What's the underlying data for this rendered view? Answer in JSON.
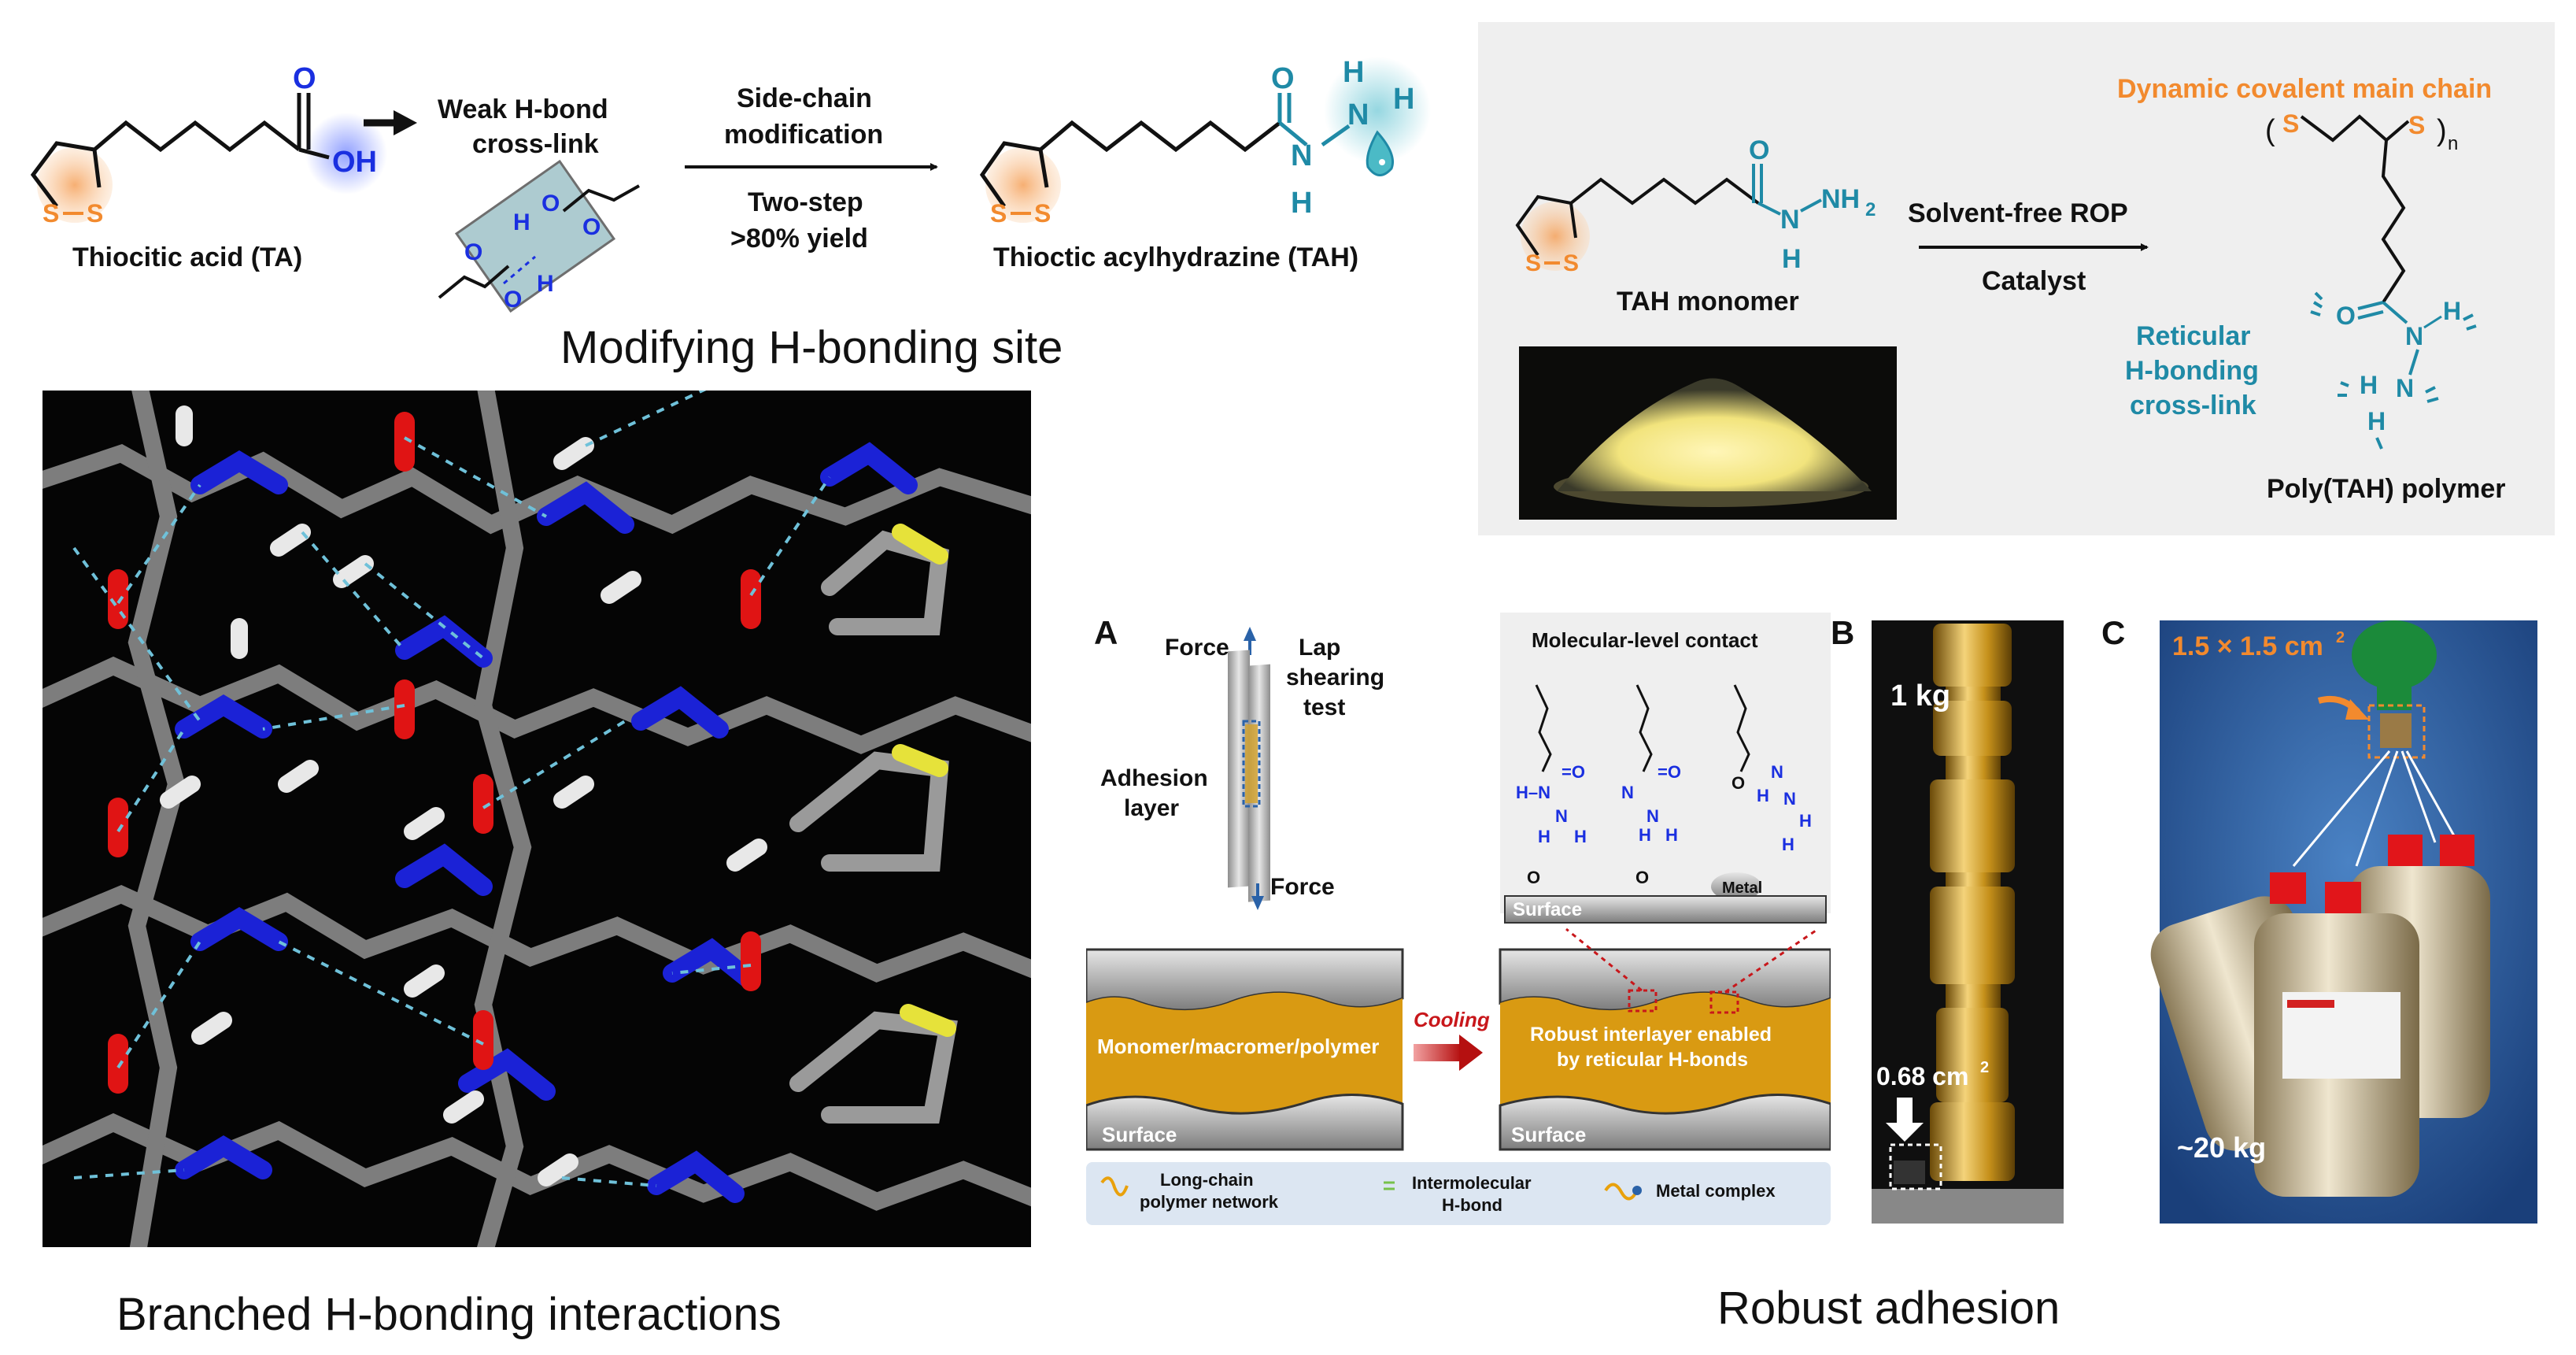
{
  "colors": {
    "orange": "#f28a2e",
    "blue_acid": "#1a2fe0",
    "teal": "#1f8aa6",
    "dark": "#111111",
    "panel_gray": "#efefef",
    "gold": "#d9a314",
    "red_arrow": "#d11c1c"
  },
  "top_left": {
    "ta_label": "Thiocitic acid (TA)",
    "oh": "OH",
    "o": "O",
    "s1": "S",
    "s2": "S",
    "weak_hbond_line1": "Weak H-bond",
    "weak_hbond_line2": "cross-link",
    "arrow_top_line1": "Side-chain",
    "arrow_top_line2": "modification",
    "arrow_bottom_line1": "Two-step",
    "arrow_bottom_line2": ">80% yield",
    "tah_label": "Thioctic acylhydrazine  (TAH)",
    "n": "N",
    "h": "H",
    "section_caption": "Modifying H-bonding site"
  },
  "top_right": {
    "nh2": "NH",
    "nh2_sub": "2",
    "tah_monomer": "TAH monomer",
    "arrow_top": "Solvent-free ROP",
    "arrow_bottom": "Catalyst",
    "main_chain_label": "Dynamic covalent main chain",
    "n_sub": "n",
    "reticular_line1": "Reticular",
    "reticular_line2": "H-bonding",
    "reticular_line3": "cross-link",
    "polymer_label": "Poly(TAH) polymer"
  },
  "bottom_left": {
    "caption": "Branched H-bonding interactions"
  },
  "panel_a": {
    "letter": "A",
    "force_top": "Force",
    "force_bottom": "Force",
    "lap_line1": "Lap",
    "lap_line2": "shearing",
    "lap_line3": "test",
    "adhesion_line1": "Adhesion",
    "adhesion_line2": "layer",
    "molecular_title": "Molecular-level contact",
    "surface_top": "Surface",
    "metal": "Metal",
    "monomer_text": "Monomer/macromer/polymer",
    "cooling": "Cooling",
    "robust_line1": "Robust interlayer enabled",
    "robust_line2": "by reticular H-bonds",
    "surface_left": "Surface",
    "surface_right": "Surface",
    "legend_1_line1": "Long-chain",
    "legend_1_line2": "polymer network",
    "legend_2_line1": "Intermolecular",
    "legend_2_line2": "H-bond",
    "legend_3": "Metal complex"
  },
  "panel_b": {
    "letter": "B",
    "weight": "1 kg",
    "area": "0.68 cm",
    "area_sup": "2"
  },
  "panel_c": {
    "letter": "C",
    "area": "1.5 × 1.5 cm",
    "area_sup": "2",
    "weight": "~20 kg"
  },
  "bottom_right": {
    "caption": "Robust adhesion"
  }
}
